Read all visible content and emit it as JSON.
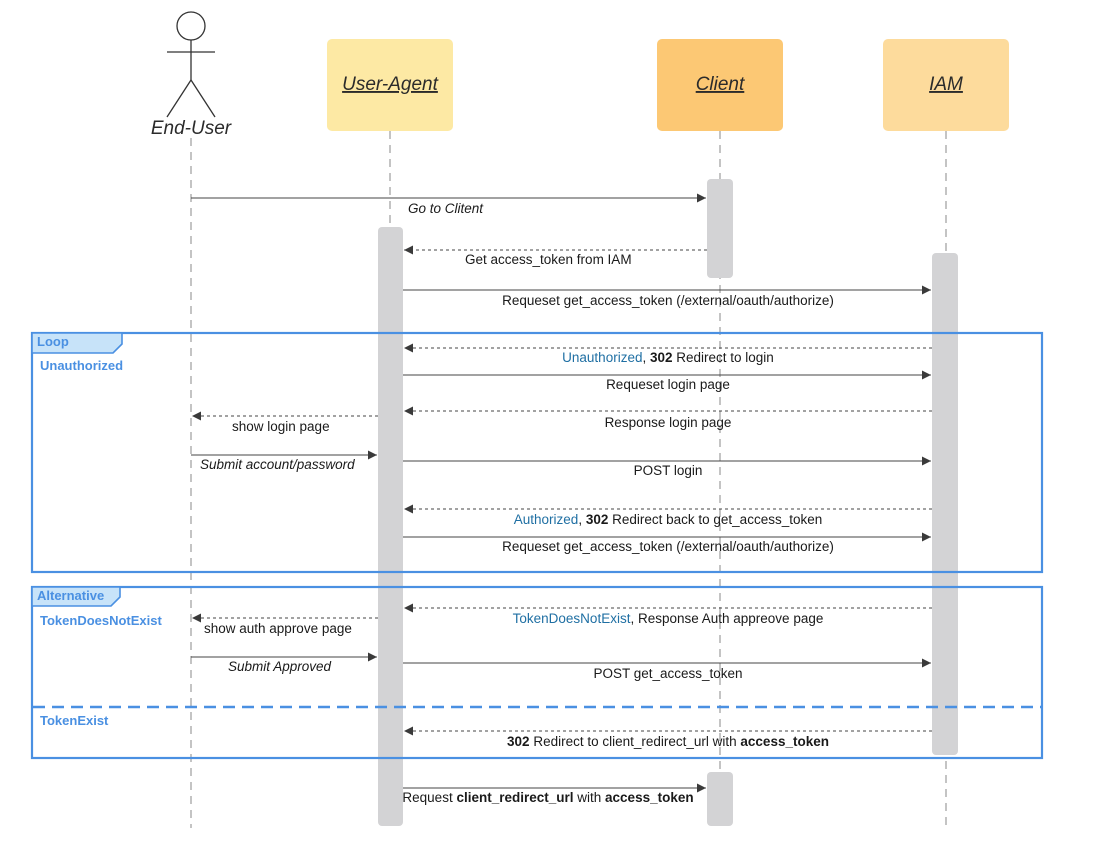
{
  "participants": {
    "end_user": "End-User",
    "user_agent": "User-Agent",
    "client": "Client",
    "iam": "IAM"
  },
  "colors": {
    "user_agent_box": "#fde9a4",
    "client_box": "#fcc874",
    "iam_box": "#fddb9c",
    "frame": "#4a90e2",
    "frame_tag_fill": "#c7e3f9",
    "activation": "#d3d3d5",
    "status_text": "#1f6fa3"
  },
  "fragments": {
    "loop": {
      "tag": "Loop",
      "guard": "Unauthorized"
    },
    "alternative": {
      "tag": "Alternative",
      "guard1": "TokenDoesNotExist",
      "guard2": "TokenExist"
    }
  },
  "messages": {
    "m1": "Go to Clitent",
    "m2": "Get access_token from IAM",
    "m3": "Requeset get_access_token (/external/oauth/authorize)",
    "m4": {
      "status": "Unauthorized",
      "sep": ", ",
      "code": "302",
      "rest": " Redirect to login"
    },
    "m5": "Requeset login page",
    "m6": "show login page",
    "m7": "Response login page",
    "m8": "Submit account/password",
    "m9": "POST login",
    "m10": {
      "status": "Authorized",
      "sep": ", ",
      "code": "302",
      "rest": " Redirect back to get_access_token"
    },
    "m11": "Requeset get_access_token (/external/oauth/authorize)",
    "m12": "show auth approve page",
    "m13": {
      "status": "TokenDoesNotExist",
      "rest": ", Response Auth appreove page"
    },
    "m14": "Submit Approved",
    "m15": "POST get_access_token",
    "m16": {
      "code": "302",
      "mid": " Redirect to client_redirect_url with ",
      "token": "access_token"
    },
    "m17": {
      "pre": "Request ",
      "url": "client_redirect_url",
      "mid": " with ",
      "token": "access_token"
    }
  }
}
